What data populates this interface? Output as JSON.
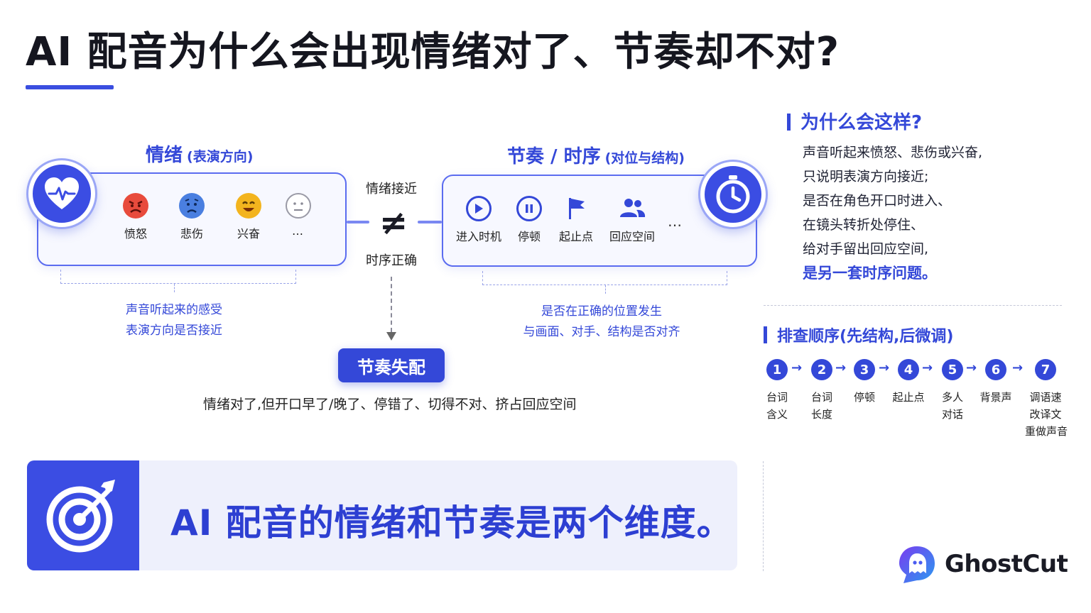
{
  "title": "AI 配音为什么会出现情绪对了、节奏却不对?",
  "emotion": {
    "heading": "情绪",
    "sub": "(表演方向)",
    "items": [
      {
        "label": "愤怒",
        "icon": "angry-face-icon",
        "color": "#e84b3c"
      },
      {
        "label": "悲伤",
        "icon": "sad-face-icon",
        "color": "#4a7fe0"
      },
      {
        "label": "兴奋",
        "icon": "excited-face-icon",
        "color": "#f3b41e"
      },
      {
        "label": "…",
        "icon": "neutral-face-icon",
        "color": "#b8b8c0"
      }
    ],
    "notes": [
      "声音听起来的感受",
      "表演方向是否接近"
    ]
  },
  "rhythm": {
    "heading": "节奏 / 时序",
    "sub": "(对位与结构)",
    "items": [
      {
        "label": "进入时机",
        "icon": "play-icon"
      },
      {
        "label": "停顿",
        "icon": "pause-icon"
      },
      {
        "label": "起止点",
        "icon": "flag-icon"
      },
      {
        "label": "回应空间",
        "icon": "users-icon"
      }
    ],
    "more": "…",
    "notes": [
      "是否在正确的位置发生",
      "与画面、对手、结构是否对齐"
    ]
  },
  "compare": {
    "top": "情绪接近",
    "symbol": "≠",
    "bottom": "时序正确"
  },
  "mismatch": {
    "label": "节奏失配",
    "desc": "情绪对了,但开口早了/晚了、停错了、切得不对、挤占回应空间"
  },
  "banner": {
    "text": "AI 配音的情绪和节奏是两个维度。"
  },
  "why": {
    "heading": "为什么会这样?",
    "lines": [
      "声音听起来愤怒、悲伤或兴奋,",
      "只说明表演方向接近;",
      "是否在角色开口时进入、",
      "在镜头转折处停住、",
      "给对手留出回应空间,"
    ],
    "highlight": "是另一套时序问题。"
  },
  "order": {
    "heading": "排查顺序(先结构,后微调)",
    "steps": [
      {
        "num": "1",
        "lines": [
          "台词",
          "含义"
        ]
      },
      {
        "num": "2",
        "lines": [
          "台词",
          "长度"
        ]
      },
      {
        "num": "3",
        "lines": [
          "停顿"
        ]
      },
      {
        "num": "4",
        "lines": [
          "起止点"
        ]
      },
      {
        "num": "5",
        "lines": [
          "多人",
          "对话"
        ]
      },
      {
        "num": "6",
        "lines": [
          "背景声"
        ]
      },
      {
        "num": "7",
        "lines": [
          "调语速",
          "改译文",
          "重做声音"
        ]
      }
    ]
  },
  "brand": {
    "name": "GhostCut"
  },
  "colors": {
    "accent": "#3448d8",
    "banner_bg": "#eef0fc"
  }
}
